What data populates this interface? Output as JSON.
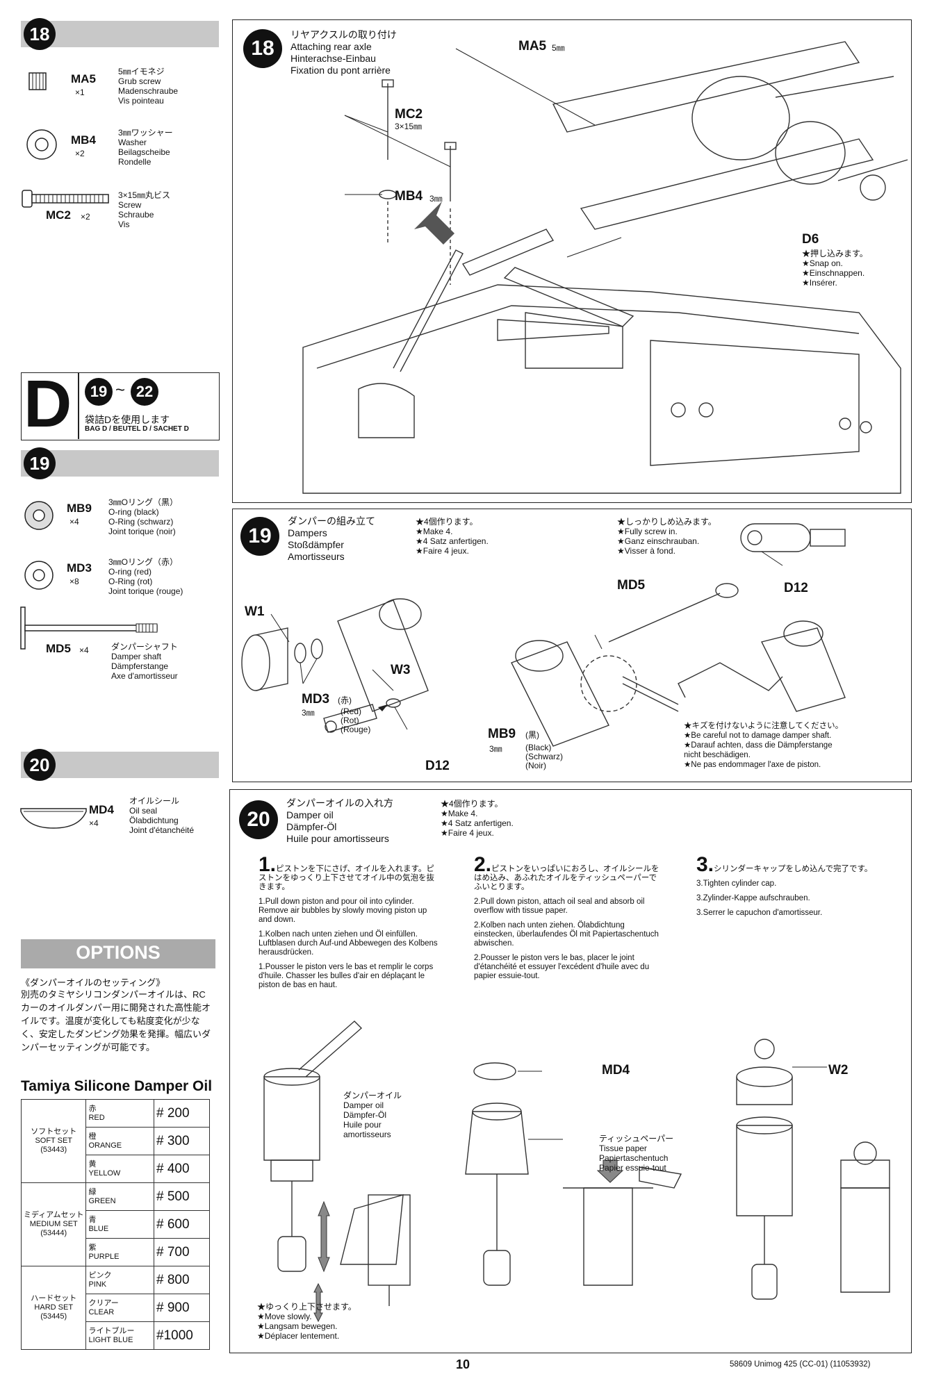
{
  "left": {
    "step18": {
      "num": "18",
      "parts": [
        {
          "code": "MA5",
          "qty": "×1",
          "desc": "5㎜イモネジ\nGrub screw\nMadenschraube\nVis pointeau"
        },
        {
          "code": "MB4",
          "qty": "×2",
          "desc": "3㎜ワッシャー\nWasher\nBeilagscheibe\nRondelle"
        },
        {
          "code": "MC2",
          "qty": "×2",
          "desc": "3×15㎜丸ビス\nScrew\nSchraube\nVis"
        }
      ]
    },
    "bag": {
      "letter": "D",
      "range_from": "19",
      "range_sep": "~",
      "range_to": "22",
      "jp": "袋詰Dを使用します",
      "multi": "BAG D / BEUTEL D / SACHET D"
    },
    "step19": {
      "num": "19",
      "parts": [
        {
          "code": "MB9",
          "qty": "×4",
          "desc": "3㎜Oリング（黒）\nO-ring (black)\nO-Ring (schwarz)\nJoint torique (noir)"
        },
        {
          "code": "MD3",
          "qty": "×8",
          "desc": "3㎜Oリング（赤）\nO-ring (red)\nO-Ring (rot)\nJoint torique (rouge)"
        },
        {
          "code": "MD5",
          "qty": "×4",
          "desc": "ダンパーシャフト\nDamper shaft\nDämpferstange\nAxe d'amortisseur"
        }
      ]
    },
    "step20": {
      "num": "20",
      "parts": [
        {
          "code": "MD4",
          "qty": "×4",
          "desc": "オイルシール\nOil seal\nÖlabdichtung\nJoint d'étanchéité"
        }
      ]
    },
    "options": {
      "banner": "OPTIONS",
      "jp_title": "《ダンパーオイルのセッティング》",
      "jp_text": "別売のタミヤシリコンダンパーオイルは、RCカーのオイルダンパー用に開発された高性能オイルです。温度が変化しても粘度変化が少なく、安定したダンピング効果を発揮。幅広いダンパーセッティングが可能です。",
      "product": "Tamiya Silicone Damper Oil",
      "sets": [
        {
          "name": "ソフトセット\nSOFT SET\n(53443)",
          "rows": [
            {
              "jp": "赤",
              "en": "RED",
              "grade": "# 200"
            },
            {
              "jp": "橙",
              "en": "ORANGE",
              "grade": "# 300"
            },
            {
              "jp": "黄",
              "en": "YELLOW",
              "grade": "# 400"
            }
          ]
        },
        {
          "name": "ミディアムセット\nMEDIUM SET\n(53444)",
          "rows": [
            {
              "jp": "緑",
              "en": "GREEN",
              "grade": "# 500"
            },
            {
              "jp": "青",
              "en": "BLUE",
              "grade": "# 600"
            },
            {
              "jp": "紫",
              "en": "PURPLE",
              "grade": "# 700"
            }
          ]
        },
        {
          "name": "ハードセット\nHARD SET\n(53445)",
          "rows": [
            {
              "jp": "ピンク",
              "en": "PINK",
              "grade": "# 800"
            },
            {
              "jp": "クリアー",
              "en": "CLEAR",
              "grade": "# 900"
            },
            {
              "jp": "ライトブルー",
              "en": "LIGHT BLUE",
              "grade": "#1000"
            }
          ]
        }
      ]
    }
  },
  "step18": {
    "num": "18",
    "title": "リヤアクスルの取り付け\nAttaching rear axle\nHinterachse-Einbau\nFixation du pont arrière",
    "labels": {
      "ma5": "MA5",
      "ma5_size": "5㎜",
      "mc2": "MC2",
      "mc2_size": "3×15㎜",
      "mb4": "MB4",
      "mb4_size": "3㎜",
      "d6": "D6"
    },
    "d6_note": "★押し込みます。\n★Snap on.\n★Einschnappen.\n★Insérer."
  },
  "step19": {
    "num": "19",
    "title": "ダンパーの組み立て\nDampers\nStoßdämpfer\nAmortisseurs",
    "note1": "★4個作ります。\n★Make 4.\n★4 Satz anfertigen.\n★Faire 4 jeux.",
    "note2": "★しっかりしめ込みます。\n★Fully screw in.\n★Ganz einschrauban.\n★Visser à fond.",
    "labels": {
      "w1": "W1",
      "w3": "W3",
      "md3": "MD3",
      "md3_jp": "(赤)",
      "md3_size": "3㎜",
      "md3_color": "(Red)\n(Rot)\n(Rouge)",
      "md5": "MD5",
      "d12a": "D12",
      "d12b": "D12",
      "mb9": "MB9",
      "mb9_jp": "(黒)",
      "mb9_size": "3㎜",
      "mb9_color": "(Black)\n(Schwarz)\n(Noir)"
    },
    "caution": "★キズを付けないように注意してください。\n★Be careful not to damage damper shaft.\n★Darauf achten, dass die Dämpferstange\nnicht beschädigen.\n★Ne pas endommager l'axe de piston."
  },
  "step20": {
    "num": "20",
    "title": "ダンパーオイルの入れ方\nDamper oil\nDämpfer-Öl\nHuile pour amortisseurs",
    "note": "★4個作ります。\n★Make 4.\n★4 Satz anfertigen.\n★Faire 4 jeux.",
    "sub1": {
      "num": "1.",
      "jp": "ピストンを下にさげ、オイルを入れます。ピストンをゆっくり上下させてオイル中の気泡を抜きます。",
      "en": "1.Pull down piston and pour oil into cylinder. Remove air bubbles by slowly moving piston up and down.",
      "de": "1.Kolben nach unten ziehen und Öl einfüllen. Luftblasen durch Auf-und Abbewegen des Kolbens herausdrücken.",
      "fr": "1.Pousser le piston vers le bas et remplir le corps d'huile. Chasser les bulles d'air en déplaçant le piston de bas en haut."
    },
    "sub2": {
      "num": "2.",
      "jp": "ピストンをいっぱいにおろし、オイルシールをはめ込み、あふれたオイルをティッシュペーパーでふいとります。",
      "en": "2.Pull down piston, attach oil seal and absorb oil overflow with tissue paper.",
      "de": "2.Kolben nach unten ziehen. Ölabdichtung einstecken, überlaufendes Öl mit Papiertaschentuch abwischen.",
      "fr": "2.Pousser le piston vers le bas, placer le joint d'étanchéité et essuyer l'excédent d'huile avec du papier essuie-tout."
    },
    "sub3": {
      "num": "3.",
      "jp": "シリンダーキャップをしめ込んで完了です。",
      "en": "3.Tighten cylinder cap.",
      "de": "3.Zylinder-Kappe aufschrauben.",
      "fr": "3.Serrer le capuchon d'amortisseur."
    },
    "oil_label": "ダンパーオイル\nDamper oil\nDämpfer-Öl\nHuile pour\namortisseurs",
    "md4": "MD4",
    "w2": "W2",
    "tissue": "ティッシュペーパー\nTissue paper\nPapiertaschentuch\nPapier essuie-tout",
    "slow": "★ゆっくり上下させます。\n★Move slowly.\n★Langsam bewegen.\n★Déplacer lentement."
  },
  "footer": {
    "page": "10",
    "code": "58609 Unimog 425 (CC-01) (11053932)"
  }
}
